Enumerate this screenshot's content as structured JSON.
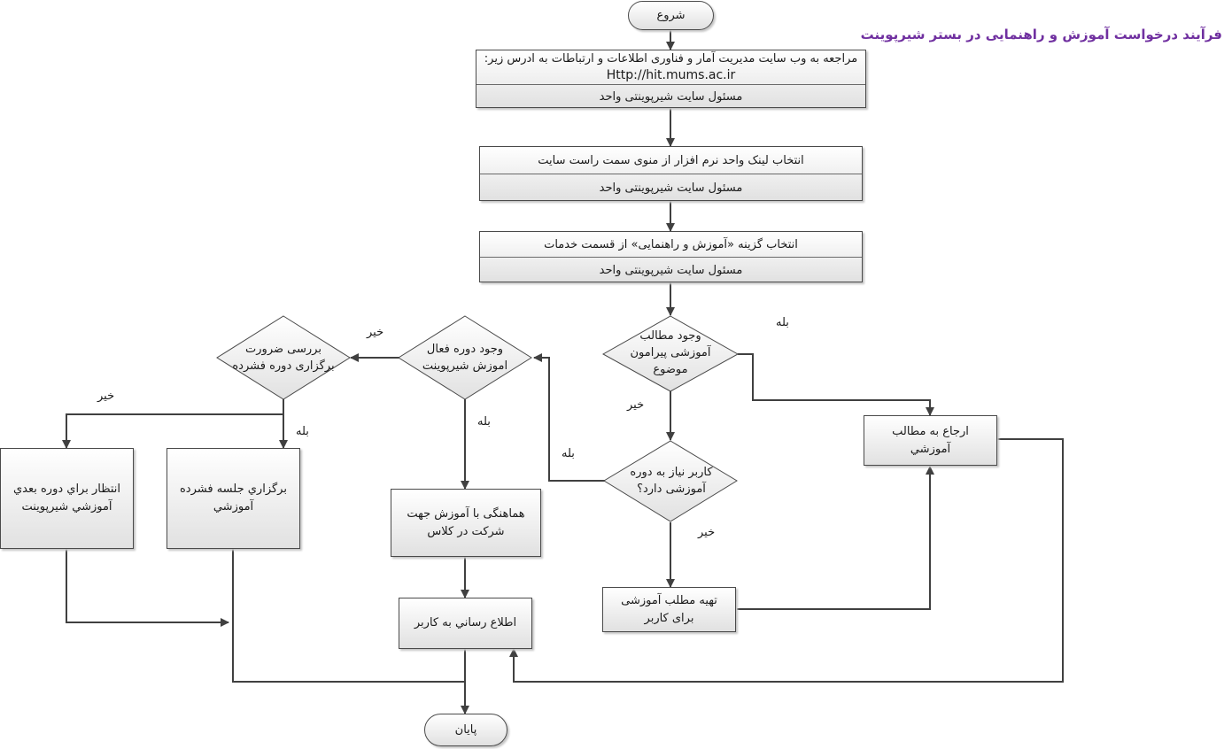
{
  "title": "فرآیند درخواست آموزش و راهنمایی در بستر شیرپوینت",
  "start": "شروع",
  "end": "پایان",
  "step1": {
    "line1": "مراجعه به وب سایت مدیریت آمار و فناوری اطلاعات و ارتباطات به ادرس زیر:",
    "line2": "Http://hit.mums.ac.ir",
    "role": "مسئول سایت شیرپوینتی واحد"
  },
  "step2": {
    "text": "انتخاب لینک واحد نرم افزار از منوی سمت راست سایت",
    "role": "مسئول سایت شیرپوینتی واحد"
  },
  "step3": {
    "text": "انتخاب گزینه «آموزش و راهنمایی» از قسمت خدمات",
    "role": "مسئول سایت شیرپوینتی واحد"
  },
  "decisions": {
    "content_exists": "وجود مطالب آموزشی پیرامون موضوع",
    "user_needs_course": "کاربر نیاز به دوره آموزشی دارد؟",
    "active_course": "وجود دوره فعال اموزش شیرپوینت",
    "check_need": "بررسی ضرورت برگزاری دوره فشرده"
  },
  "processes": {
    "refer_content": "ارجاع به مطالب آموزشي",
    "prepare_content": "تهیه مطلب آموزشی برای کاربر",
    "coordinate": "هماهنگی با آموزش جهت شرکت در کلاس",
    "hold_session": "برگزاري جلسه فشرده آموزشي",
    "wait_next": "انتظار براي دوره بعدي آموزشي شيرپوينت",
    "notify_user": "اطلاع رساني به کاربر"
  },
  "labels": {
    "yes": "بله",
    "no": "خیر"
  },
  "colors": {
    "title": "#7030a0",
    "line": "#404040",
    "fill_top": "#ffffff",
    "fill_bottom": "#e1e1e1"
  }
}
